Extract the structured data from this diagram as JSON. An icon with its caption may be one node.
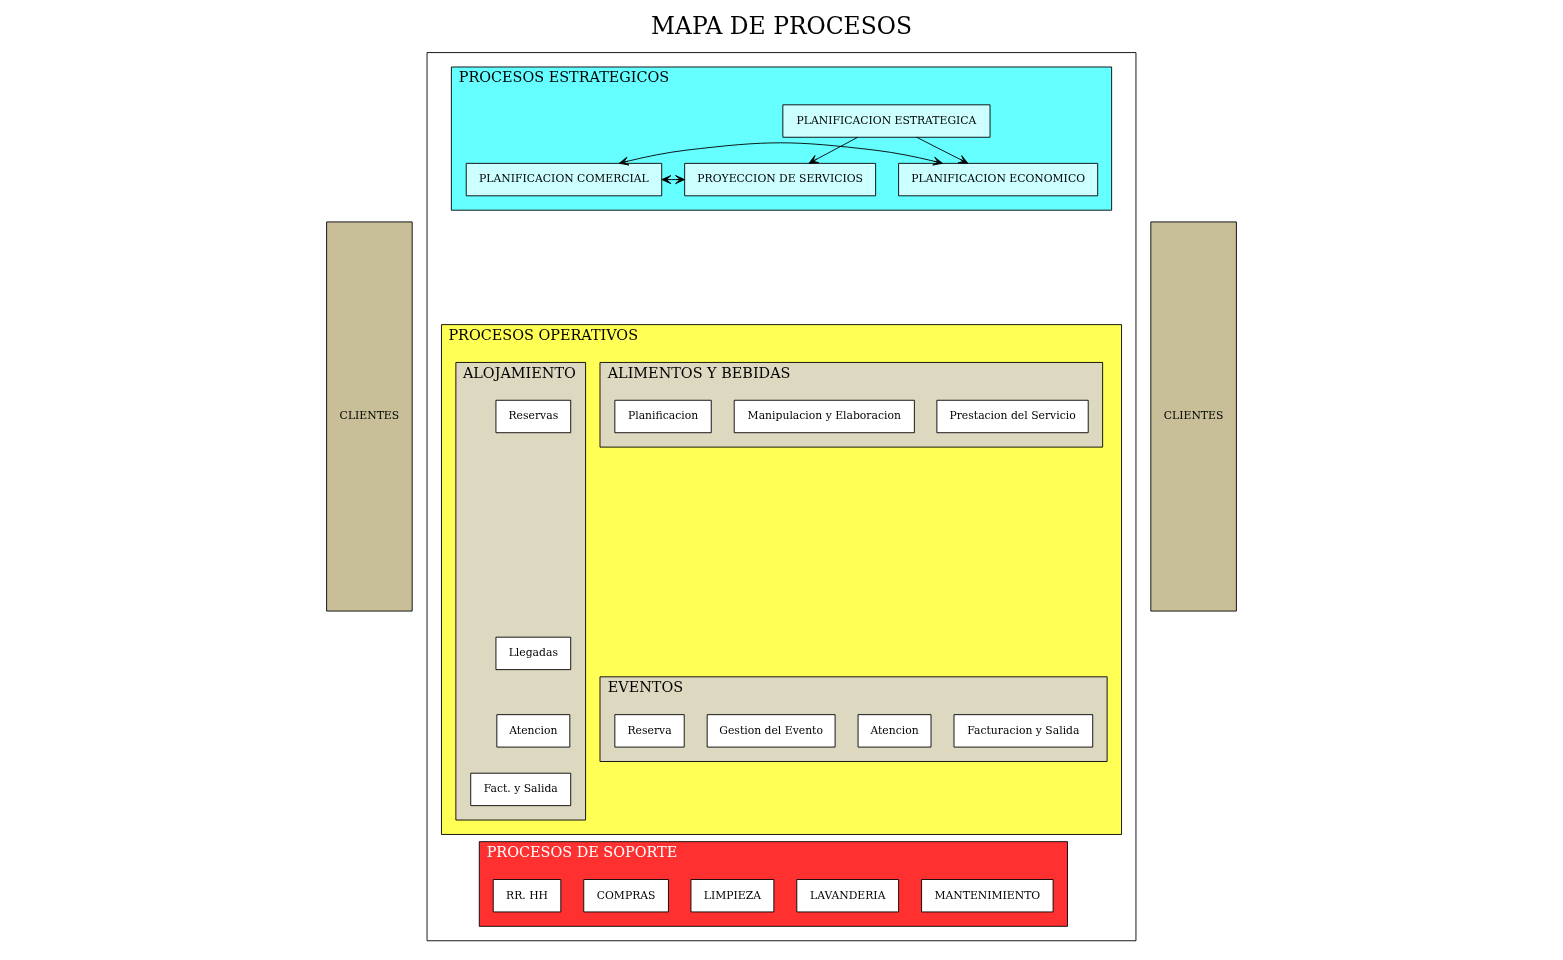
{
  "diagram": {
    "title": "MAPA DE PROCESOS",
    "nodes": [
      {
        "text": [
          "CLIENTES"
        ]
      },
      {
        "text": [],
        "shape": "box"
      },
      {
        "text": [
          "PROCESOS ESTRATEGICOS"
        ],
        "in": 1
      },
      {
        "text": [
          "PLANIFICACION ESTRATEGICA"
        ],
        "in": 2
      },
      {
        "text": [
          "PROYECCION DE SERVICIOS"
        ],
        "in": 2
      },
      {
        "text": [
          "PLANIFICACION COMERCIAL"
        ],
        "in": 2
      },
      {
        "text": [
          "PLANIFICACION ECONOMICO"
        ],
        "in": 2
      },
      {
        "text": [
          "PROCESOS OPERATIVOS"
        ],
        "in": 1
      },
      {
        "text": [
          "ALOJAMIENTO"
        ],
        "in": 7
      },
      {
        "text": [
          "Reservas"
        ],
        "in": 8
      },
      {
        "text": [
          "Llegadas"
        ],
        "in": 8
      },
      {
        "text": [
          "Atencion"
        ],
        "in": 8
      },
      {
        "text": [
          "Fact. y Salida"
        ],
        "in": 8
      },
      {
        "text": [
          "ALIMENTOS Y BEBIDAS"
        ],
        "in": 7
      },
      {
        "text": [
          "Planificacion"
        ],
        "in": 13
      },
      {
        "text": [
          "Manipulacion y Elaboracion"
        ],
        "in": 13
      },
      {
        "text": [
          "Prestacion del Servicio"
        ],
        "in": 13
      },
      {
        "text": [
          "EVENTOS"
        ],
        "in": 7
      },
      {
        "text": [
          "Reserva"
        ],
        "in": 17
      },
      {
        "text": [
          "Gestion del Evento"
        ],
        "in": 17
      },
      {
        "text": [
          "Atencion"
        ],
        "in": 17
      },
      {
        "text": [
          "Facturacion y Salida"
        ],
        "in": 17
      },
      {
        "text": [
          "PROCESOS DE SOPORTE"
        ],
        "in": 1
      },
      {
        "text": [
          "RR. HH"
        ],
        "in": 22
      },
      {
        "text": [
          "COMPRAS"
        ],
        "in": 22
      },
      {
        "text": [
          "LIMPIEZA"
        ],
        "in": 22
      },
      {
        "text": [
          "LAVANDERIA"
        ],
        "in": 22
      },
      {
        "text": [
          "MANTENIMIENTO"
        ],
        "in": 22
      },
      {
        "text": [
          "CLIENTES"
        ]
      }
    ],
    "edges": [
      {
        "from": 3,
        "to": 4,
        "arrow": "to"
      },
      {
        "from": 3,
        "to": 6,
        "arrow": "to"
      },
      {
        "from": 4,
        "to": 5,
        "arrow": "both"
      },
      {
        "from": 5,
        "to": 6,
        "arrow": "both"
      }
    ]
  }
}
